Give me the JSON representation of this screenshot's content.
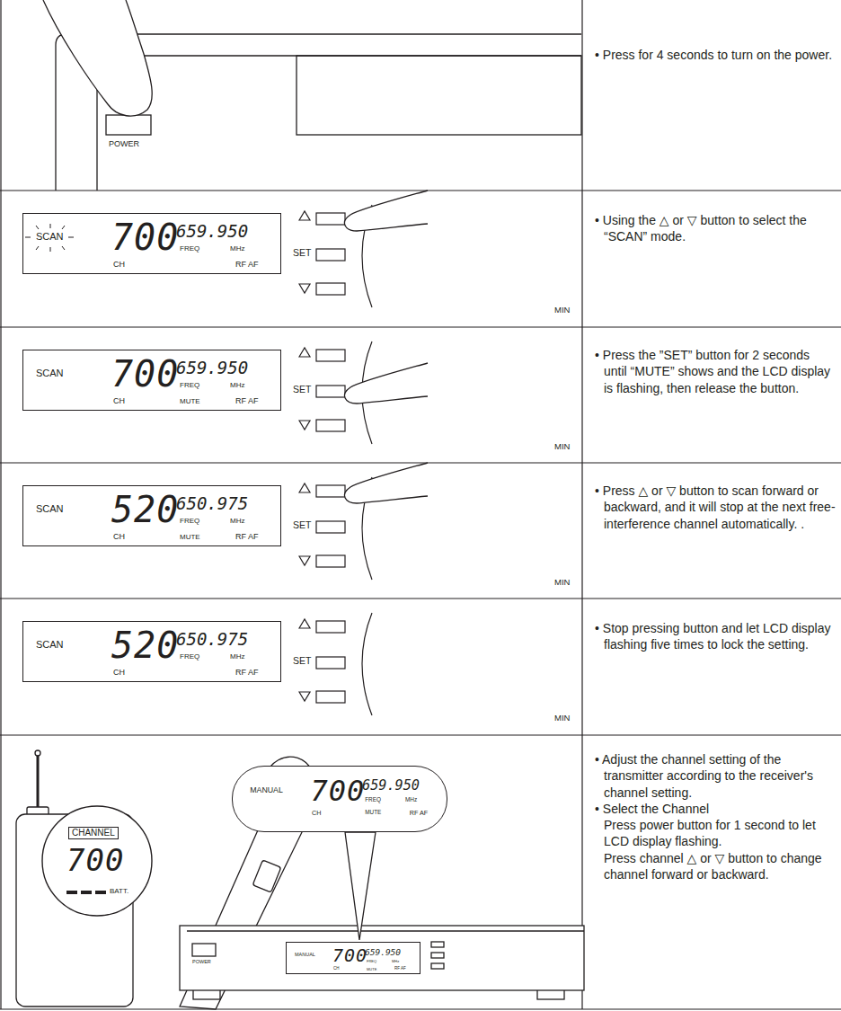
{
  "diagram": {
    "nodes": [
      {
        "text": [
          "SCAN",
          "700",
          "659.950",
          "FREQ",
          "MHz",
          "CH",
          "RF AF"
        ]
      },
      {
        "text": [
          "SCAN",
          "700",
          "659.950",
          "FREQ",
          "MHz",
          "CH",
          "MUTE",
          "RF AF"
        ]
      },
      {
        "text": [
          "SCAN",
          "520",
          "650.975",
          "FREQ",
          "MHz",
          "CH",
          "MUTE",
          "RF AF"
        ]
      },
      {
        "text": [
          "SCAN",
          "520",
          "650.975",
          "FREQ",
          "MHz",
          "CH",
          "RF AF"
        ]
      },
      {
        "text": [
          "MANUAL",
          "700",
          "659.950",
          "FREQ",
          "MHz",
          "CH",
          "MUTE",
          "RF AF"
        ]
      },
      {
        "text": [
          "CHANNEL",
          "700",
          "BATT."
        ]
      },
      {
        "text": [
          "MANUAL",
          "700",
          "659.950",
          "FREQ",
          "MHz",
          "CH",
          "MUTE",
          "RF AF"
        ]
      }
    ],
    "labels": [
      "POWER",
      "• Press for 4 seconds to turn on the power.",
      "SET",
      "MIN",
      "• Using the △ or ▽ button to select the “SCAN” mode.",
      "SET",
      "MIN",
      "• Press the ”SET” button for 2 seconds until “MUTE” shows and the LCD display is flashing, then release the button.",
      "SET",
      "MIN",
      "• Press △ or ▽ button to scan forward or backward, and it will stop at the next free-interference channel automatically. .",
      "SET",
      "MIN",
      "• Stop pressing button and let LCD display flashing five times to lock the setting.",
      "• Adjust the channel setting of the transmitter according to the receiver's channel setting.",
      "• Select the Channel",
      "Press power button for 1 second to let LCD display flashing.",
      "Press channel △ or ▽ button to change channel forward or backward.",
      "POWER"
    ]
  }
}
